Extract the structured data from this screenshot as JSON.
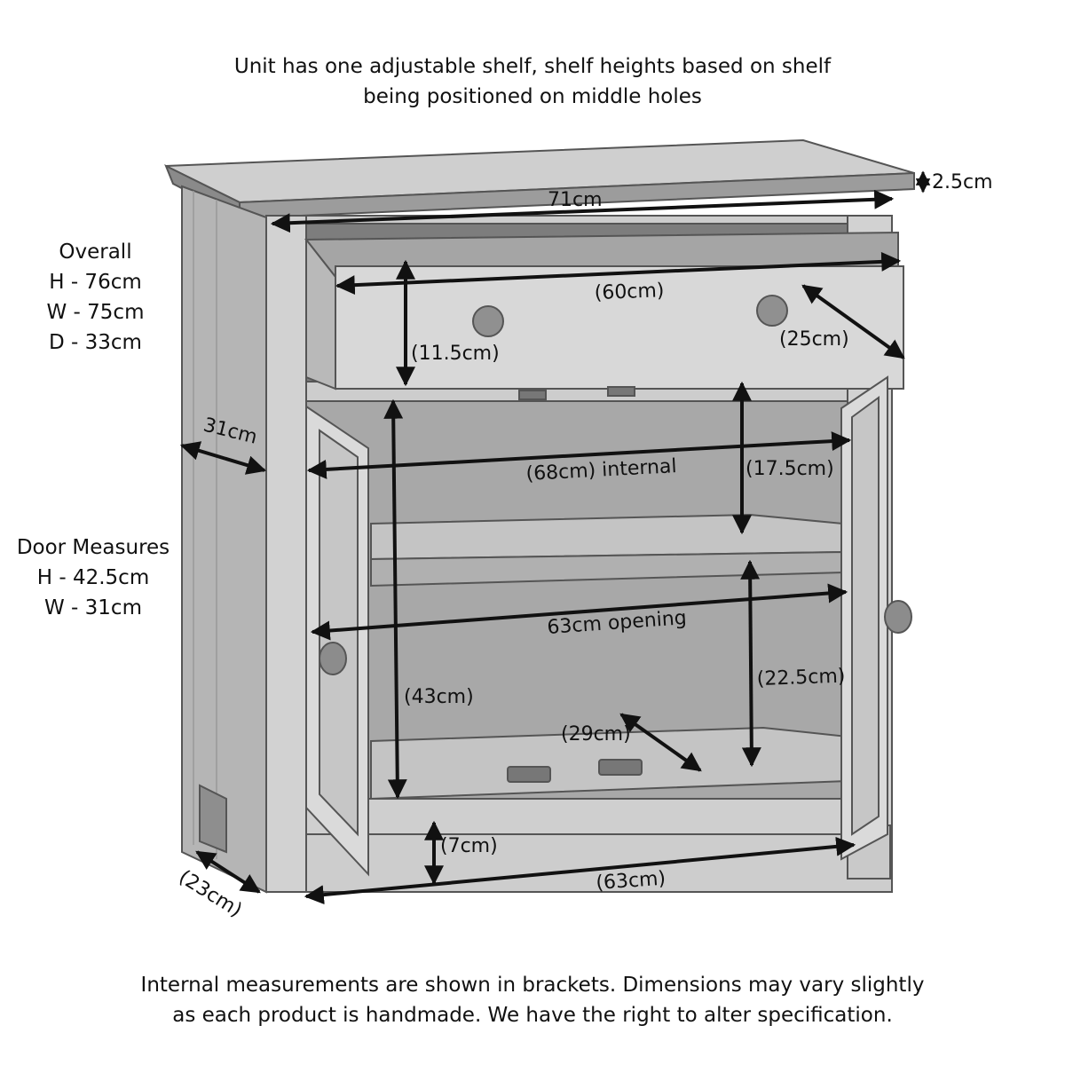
{
  "notes": {
    "top": [
      "Unit has one adjustable shelf, shelf heights based on shelf",
      "being positioned on middle holes"
    ],
    "bottom": [
      "Internal measurements are shown in brackets. Dimensions may vary slightly",
      "as each product is handmade. We have the right to alter specification."
    ]
  },
  "overall": {
    "title": "Overall",
    "h": "H - 76cm",
    "w": "W - 75cm",
    "d": "D - 33cm"
  },
  "door": {
    "title": "Door Measures",
    "h": "H - 42.5cm",
    "w": "W - 31cm"
  },
  "dimensions": {
    "top_thickness": "2.5cm",
    "top_width": "71cm",
    "drawer_width": "(60cm)",
    "drawer_depth": "(25cm)",
    "drawer_height": "(11.5cm)",
    "side_depth": "31cm",
    "internal_width": "(68cm) internal",
    "upper_shelf_height": "(17.5cm)",
    "opening": "63cm opening",
    "cupboard_height": "(43cm)",
    "lower_shelf_height": "(22.5cm)",
    "base_depth": "(29cm)",
    "leg_clearance": "(7cm)",
    "base_width": "(63cm)",
    "leg_depth": "(23cm)"
  },
  "colors": {
    "ink": "#111111",
    "wood_light": "#d6d6d6",
    "wood_mid": "#bcbcbc",
    "wood_dark": "#8e8e8e",
    "interior": "#a9a9a9"
  }
}
